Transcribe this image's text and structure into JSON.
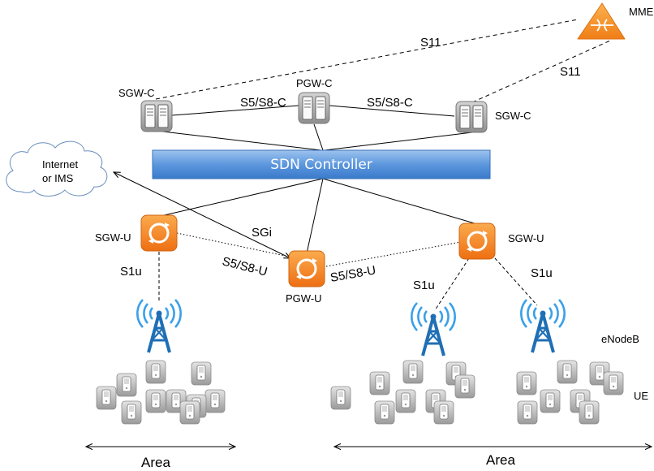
{
  "nodes": {
    "mme": "MME",
    "sgw_c_left": "SGW-C",
    "pgw_c": "PGW-C",
    "sgw_c_right": "SGW-C",
    "sdn_controller": "SDN Controller",
    "cloud_line1": "Internet",
    "cloud_line2": "or IMS",
    "sgw_u_left": "SGW-U",
    "pgw_u": "PGW-U",
    "sgw_u_right": "SGW-U",
    "enodeb": "eNodeB",
    "ue": "UE"
  },
  "interfaces": {
    "s11_left": "S11",
    "s11_right": "S11",
    "s5s8c_left": "S5/S8-C",
    "s5s8c_right": "S5/S8-C",
    "sgi": "SGi",
    "s5s8u_left": "S5/S8-U",
    "s5s8u_right": "S5/S8-U",
    "s1u_left": "S1u",
    "s1u_mid": "S1u",
    "s1u_right": "S1u"
  },
  "areas": {
    "left": "Area",
    "right": "Area"
  },
  "colors": {
    "controller_top": "#8db8ea",
    "controller_bottom": "#3b7fd3",
    "router_orange": "#f58220",
    "mme_orange": "#f8931d",
    "antenna_blue": "#1f6fb5",
    "server_gray": "#9c9c9c"
  },
  "icons": {
    "server": "server-rack-icon",
    "router": "router-cycle-icon",
    "mme": "mme-triangle-icon",
    "cloud": "cloud-icon",
    "tower": "cell-tower-icon",
    "phone": "mobile-phone-icon"
  }
}
